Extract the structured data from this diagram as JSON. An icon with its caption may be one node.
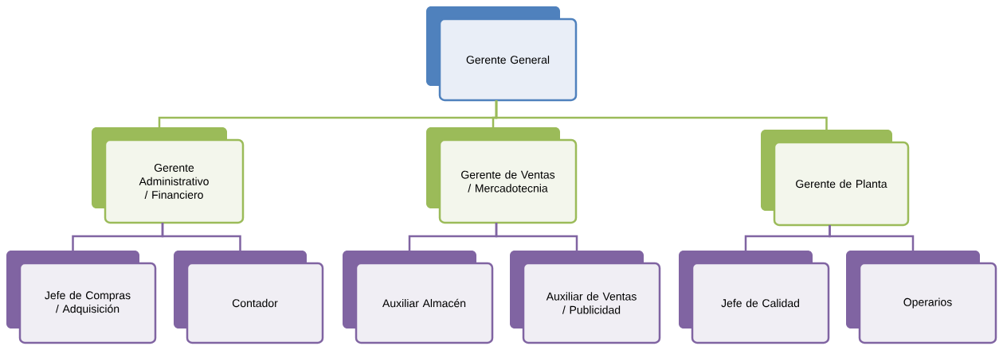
{
  "diagram": {
    "nodes": [
      {
        "text": [
          "Gerente General"
        ]
      },
      {
        "text": [
          "Gerente Administrativo / Financiero"
        ]
      },
      {
        "text": [
          "Gerente de Ventas / Mercadotecnia"
        ]
      },
      {
        "text": [
          "Gerente de Planta"
        ]
      },
      {
        "text": [
          "Jefe de Compras / Adquisición"
        ]
      },
      {
        "text": [
          "Contador"
        ]
      },
      {
        "text": [
          "Auxiliar Almacén"
        ]
      },
      {
        "text": [
          "Auxiliar de Ventas / Publicidad"
        ]
      },
      {
        "text": [
          "Jefe de Calidad"
        ]
      },
      {
        "text": [
          "Operarios"
        ]
      }
    ],
    "edges": [
      {
        "from": 0,
        "to": 1,
        "arrow": "none",
        "color": "#9bbb59"
      },
      {
        "from": 0,
        "to": 2,
        "arrow": "none",
        "color": "#9bbb59"
      },
      {
        "from": 0,
        "to": 3,
        "arrow": "none",
        "color": "#9bbb59"
      },
      {
        "from": 1,
        "to": 4,
        "arrow": "none"
      },
      {
        "from": 1,
        "to": 5,
        "arrow": "none"
      },
      {
        "from": 2,
        "to": 6,
        "arrow": "none"
      },
      {
        "from": 2,
        "to": 7,
        "arrow": "none"
      },
      {
        "from": 3,
        "to": 8,
        "arrow": "none"
      },
      {
        "from": 3,
        "to": 9,
        "arrow": "none"
      }
    ]
  }
}
